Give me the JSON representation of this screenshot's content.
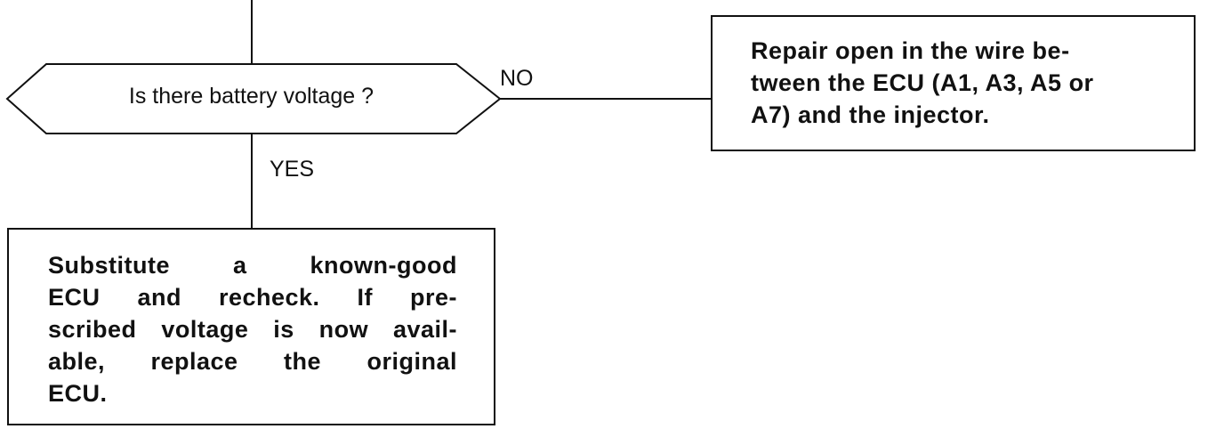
{
  "decision": {
    "question": "Is there battery voltage ?"
  },
  "branches": {
    "no_label": "NO",
    "yes_label": "YES"
  },
  "no_action": {
    "lines": [
      "Repair open in the wire be-",
      "tween the ECU (A1, A3, A5 or",
      "A7) and the injector."
    ]
  },
  "yes_action": {
    "lines": [
      "Substitute a known-good",
      "ECU and recheck. If pre-",
      "scribed voltage is now avail-",
      "able, replace the original",
      "ECU."
    ]
  }
}
